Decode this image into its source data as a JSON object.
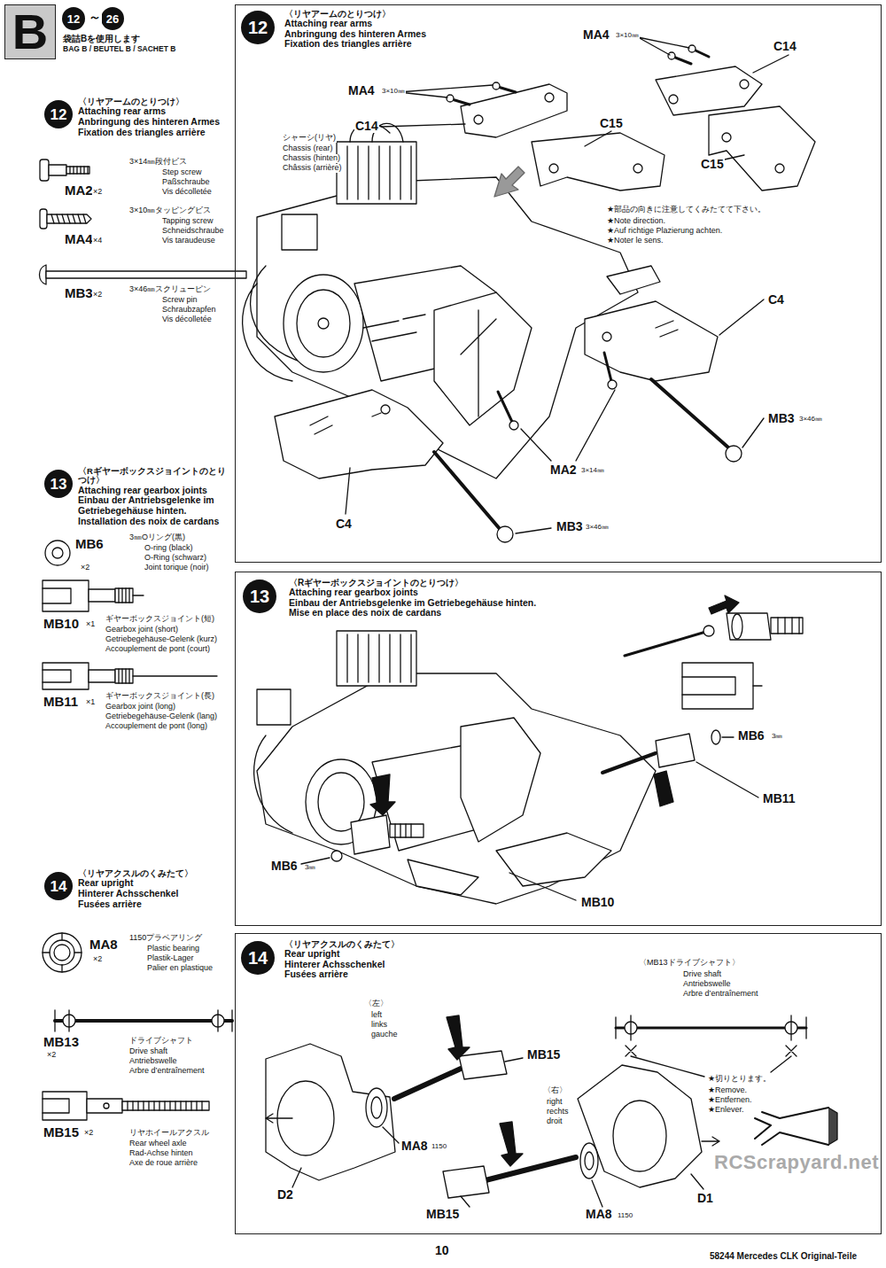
{
  "diagram": {
    "nodes": [
      {
        "text": [
          "B"
        ]
      },
      {
        "text": [
          "12"
        ]
      },
      {
        "text": [
          "26"
        ]
      },
      {
        "text": [
          "12",
          "〈リヤアームのとりつけ〉",
          "Attaching rear arms",
          "Anbringung des hinteren Armes",
          "Fixation des triangles arrière"
        ]
      },
      {
        "text": [
          "13",
          "〈Rギヤーボックスジョイントのとりつけ〉",
          "Attaching rear gearbox joints",
          "Einbau der Antriebsgelenke im Getriebegehäuse hinten.",
          "Installation des noix de cardans"
        ]
      },
      {
        "text": [
          "14",
          "〈リヤアクスルのくみたて〉",
          "Rear upright",
          "Hinterer Achsschenkel",
          "Fusées arrière"
        ]
      },
      {
        "text": [
          "〈リヤアームのとりつけ〉",
          "Attaching rear arms",
          "Anbringung des hinteren Armes",
          "Fixation des triangles arrière"
        ]
      },
      {
        "text": [
          "12"
        ],
        "in": 6
      },
      {
        "text": [
          "〈Rギヤーボックスジョイントのとりつけ〉",
          "Attaching rear gearbox joints",
          "Einbau der Antriebsgelenke im Getriebegehäuse hinten.",
          "Mise en place des noix de cardans"
        ]
      },
      {
        "text": [
          "13"
        ],
        "in": 8
      },
      {
        "text": [
          "〈リヤアクスルのくみたて〉",
          "Rear upright",
          "Hinterer Achsschenkel",
          "Fusées arrière"
        ]
      },
      {
        "text": [
          "14"
        ],
        "in": 10
      }
    ],
    "labels": [
      "～",
      "袋詰Bを使用します",
      "BAG B / BEUTEL B / SACHET B",
      "3×14㎜段付ビス",
      "Step screw",
      "Paßschraube",
      "Vis décolletée",
      "MA2",
      "×2",
      "3×10㎜タッピングビス",
      "Tapping screw",
      "Schneidschraube",
      "Vis taraudeuse",
      "MA4",
      "×4",
      "MB3",
      "×2",
      "3×46㎜スクリューピン",
      "Screw pin",
      "Schraubzapfen",
      "Vis décolletée",
      "MB6",
      "×2",
      "3㎜Oリング(黒)",
      "O-ring (black)",
      "O-Ring (schwarz)",
      "Joint torique (noir)",
      "MB10",
      "×1",
      "ギヤーボックスジョイント(短)",
      "Gearbox joint (short)",
      "Getriebegehäuse-Gelenk (kurz)",
      "Accouplement de pont (court)",
      "MB11",
      "×1",
      "ギヤーボックスジョイント(長)",
      "Gearbox joint (long)",
      "Getriebegehäuse-Gelenk (lang)",
      "Accouplement de pont (long)",
      "MA8",
      "×2",
      "1150プラベアリング",
      "Plastic bearing",
      "Plastik-Lager",
      "Palier en plastique",
      "MB13",
      "×2",
      "ドライブシャフト",
      "Drive shaft",
      "Antriebswelle",
      "Arbre d’entraînement",
      "MB15",
      "×2",
      "リヤホイールアクスル",
      "Rear wheel axle",
      "Rad-Achse hinten",
      "Axe de roue arrière",
      "MA4",
      "3×10㎜",
      "C14",
      "MA4",
      "3×10㎜",
      "C14",
      "C15",
      "C15",
      "シャーシ(リヤ)",
      "Chassis (rear)",
      "Chassis (hinten)",
      "Châssis (arrière)",
      "★部品の向きに注意してくみたてて下さい。",
      "★Note direction.",
      "★Auf richtige Plazierung achten.",
      "★Noter le sens.",
      "C4",
      "MB3",
      "3×46㎜",
      "MA2",
      "3×14㎜",
      "C4",
      "MB3",
      "3×46㎜",
      "MB6",
      "3㎜",
      "MB11",
      "MB6",
      "3㎜",
      "MB10",
      "〈MB13ドライブシャフト〉",
      "Drive shaft",
      "Antriebswelle",
      "Arbre d’entraînement",
      "〈左〉",
      "left",
      "links",
      "gauche",
      "MB15",
      "★切りとります。",
      "★Remove.",
      "★Entfernen.",
      "★Enlever.",
      "〈右〉",
      "right",
      "rechts",
      "droit",
      "MA8",
      "1150",
      "D2",
      "D1",
      "MB15",
      "MA8",
      "1150",
      "RCScrapyard.net",
      "10",
      "58244 Mercedes CLK Original-Teile"
    ]
  }
}
